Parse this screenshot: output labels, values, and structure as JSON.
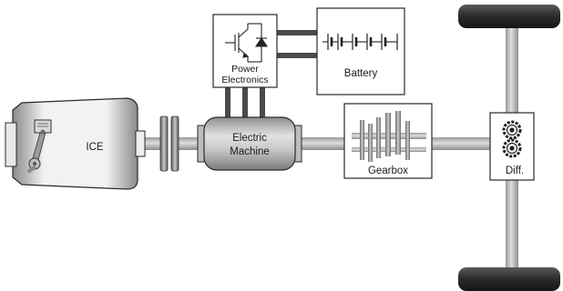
{
  "labels": {
    "ice": "ICE",
    "electric_machine_line1": "Electric",
    "electric_machine_line2": "Machine",
    "power_electronics_line1": "Power",
    "power_electronics_line2": "Electronics",
    "battery": "Battery",
    "gearbox": "Gearbox",
    "diff": "Diff."
  },
  "icons": {
    "power_electronics": "igbt-diode-icon",
    "battery": "battery-cells-icon",
    "ice": "piston-crank-icon",
    "gearbox": "gear-set-icon",
    "diff": "gears-icon"
  },
  "colors": {
    "shaft": "#b7b7b7",
    "cable": "#4a4a4a",
    "wheel": "#2c2c2c",
    "outline": "#2a2a2a"
  }
}
